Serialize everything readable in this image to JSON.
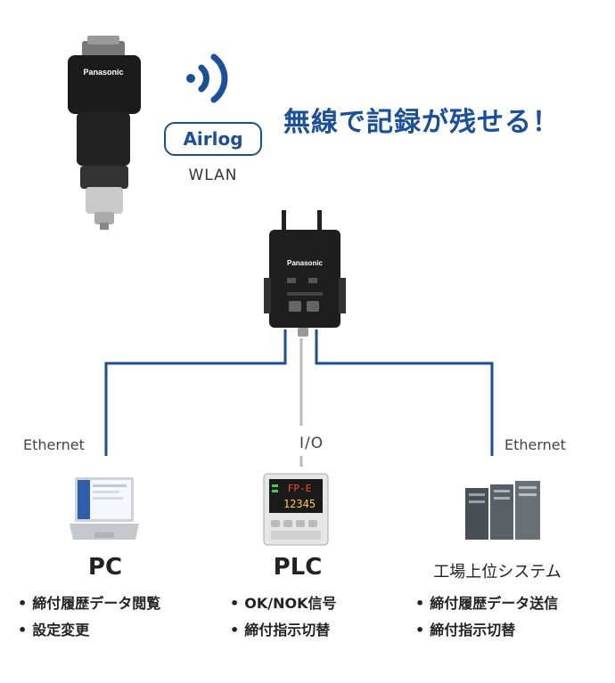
{
  "top": {
    "badge": "Airlog",
    "wlan": "WLAN",
    "headline": "無線で記録が残せる！",
    "brand": "Panasonic"
  },
  "connections": {
    "left": "Ethernet",
    "middle": "I/O",
    "right": "Ethernet"
  },
  "devices": {
    "pc": {
      "title": "PC",
      "features": [
        "締付履歴データ閲覧",
        "設定変更"
      ]
    },
    "plc": {
      "title": "PLC",
      "features": [
        "OK/NOK信号",
        "締付指示切替"
      ]
    },
    "system": {
      "title": "工場上位システム",
      "features": [
        "締付履歴データ送信",
        "締付指示切替"
      ]
    }
  },
  "plc_display": {
    "top": "FP-E",
    "bottom": "12345"
  },
  "colors": {
    "accent": "#1a4f9a",
    "io_line": "#bbbbbb"
  }
}
